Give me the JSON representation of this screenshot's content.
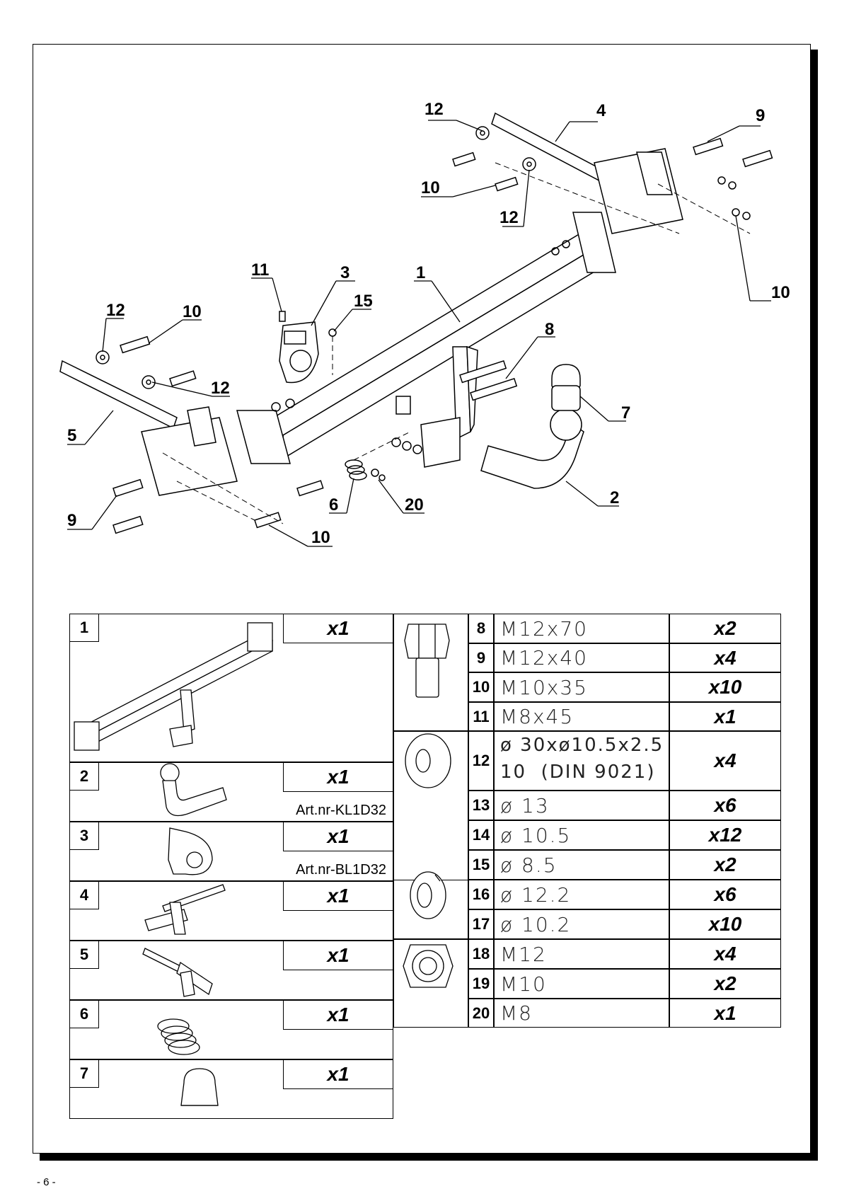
{
  "page_number": "- 6 -",
  "drawing": {
    "callouts": [
      "12",
      "4",
      "9",
      "10",
      "12",
      "10",
      "11",
      "3",
      "1",
      "15",
      "12",
      "10",
      "12",
      "8",
      "5",
      "7",
      "9",
      "6",
      "20",
      "2",
      "10"
    ]
  },
  "table_left": [
    {
      "no": "1",
      "qty": "x1",
      "art": ""
    },
    {
      "no": "2",
      "qty": "x1",
      "art": "Art.nr-KL1D32"
    },
    {
      "no": "3",
      "qty": "x1",
      "art": "Art.nr-BL1D32"
    },
    {
      "no": "4",
      "qty": "x1",
      "art": ""
    },
    {
      "no": "5",
      "qty": "x1",
      "art": ""
    },
    {
      "no": "6",
      "qty": "x1",
      "art": ""
    },
    {
      "no": "7",
      "qty": "x1",
      "art": ""
    }
  ],
  "table_right": [
    {
      "no": "8",
      "spec": "M12x70",
      "qty": "x2"
    },
    {
      "no": "9",
      "spec": "M12x40",
      "qty": "x4"
    },
    {
      "no": "10",
      "spec": "M10x35",
      "qty": "x10"
    },
    {
      "no": "11",
      "spec": "M8x45",
      "qty": "x1"
    },
    {
      "no": "12",
      "spec": "ø 30xø10.5x2.5",
      "spec2": "10  (DIN 9021)",
      "qty": "x4"
    },
    {
      "no": "13",
      "spec": "ø 13",
      "qty": "x6"
    },
    {
      "no": "14",
      "spec": "ø 10.5",
      "qty": "x12"
    },
    {
      "no": "15",
      "spec": "ø 8.5",
      "qty": "x2"
    },
    {
      "no": "16",
      "spec": "ø 12.2",
      "qty": "x6"
    },
    {
      "no": "17",
      "spec": "ø 10.2",
      "qty": "x10"
    },
    {
      "no": "18",
      "spec": "M12",
      "qty": "x4"
    },
    {
      "no": "19",
      "spec": "M10",
      "qty": "x2"
    },
    {
      "no": "20",
      "spec": "M8",
      "qty": "x1"
    }
  ]
}
